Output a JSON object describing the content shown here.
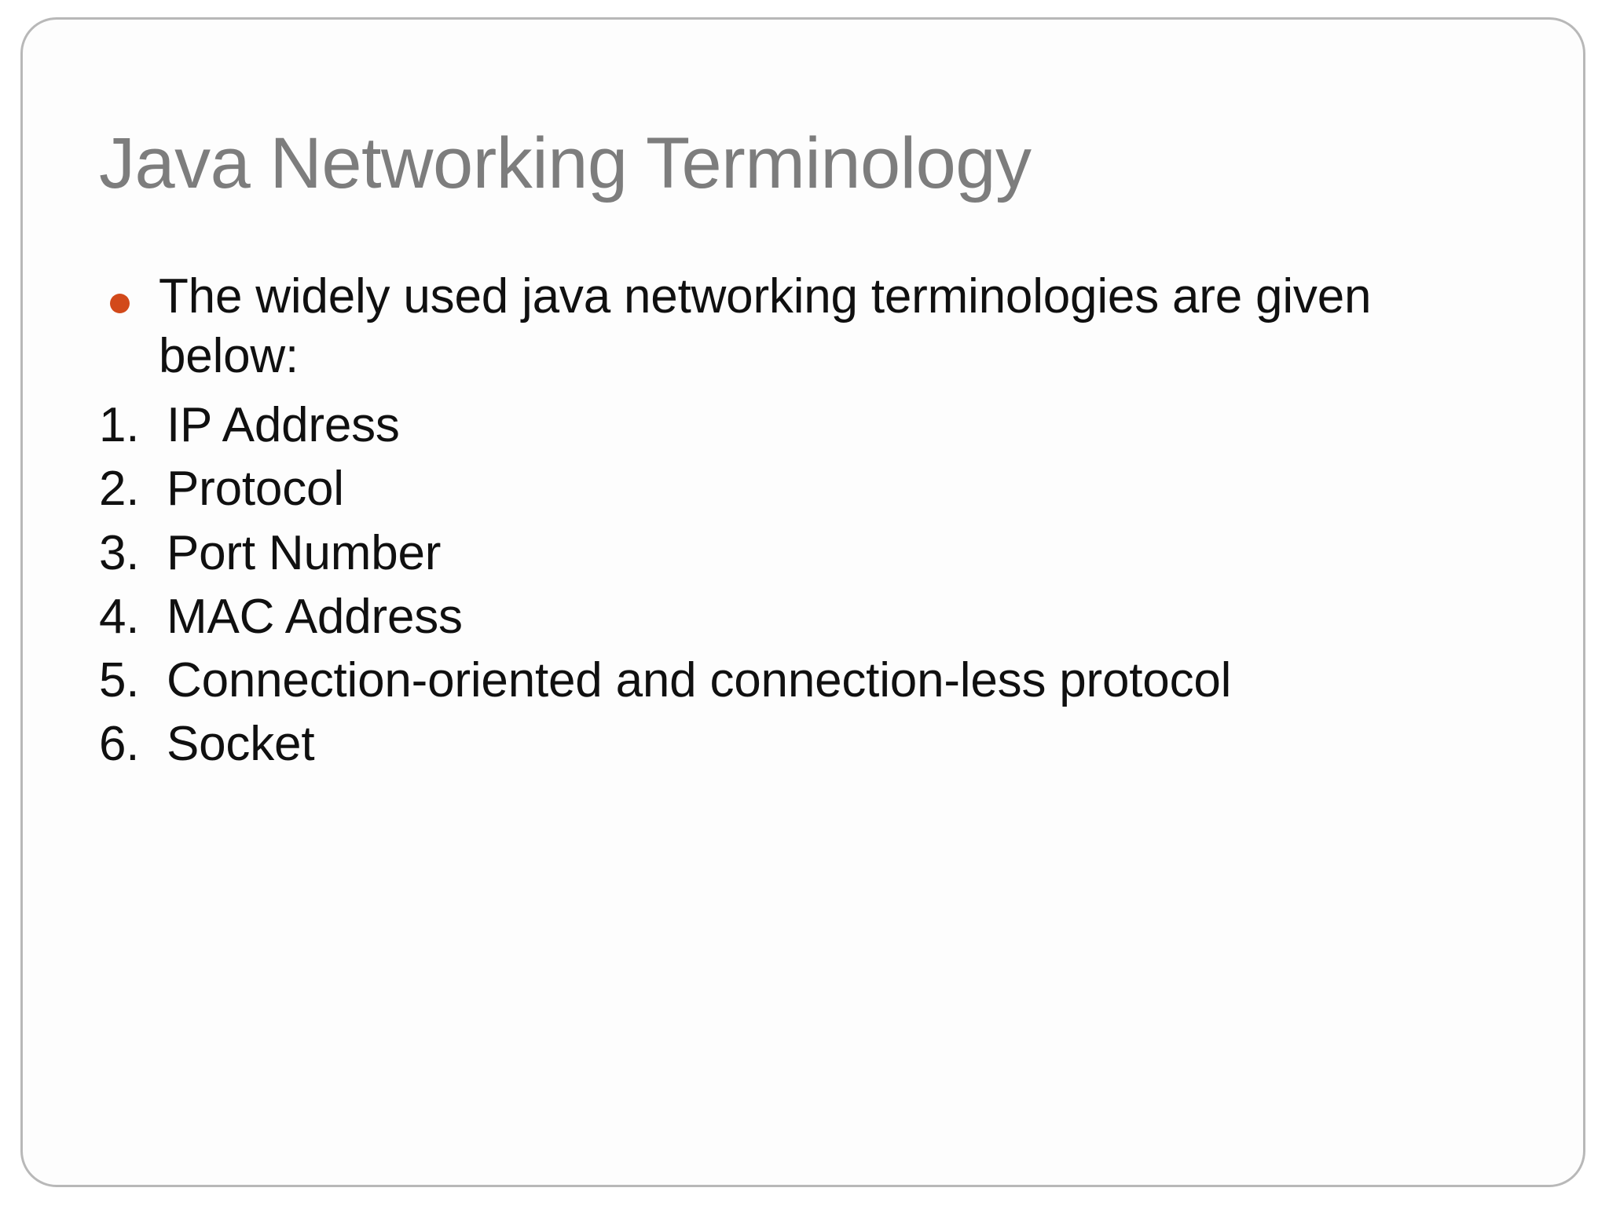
{
  "slide": {
    "title": "Java Networking Terminology",
    "border_color": "#b8b8b8",
    "title_color": "#7d7d7d",
    "body_color": "#101010",
    "bullet_color": "#d2491a",
    "background_color": "#ffffff"
  },
  "body": {
    "bullets": [
      {
        "marker": "bullet-dot",
        "text": "The widely used java networking terminologies are given below:"
      }
    ],
    "numbered_items": [
      {
        "marker": "1.",
        "label": "IP Address"
      },
      {
        "marker": "2.",
        "label": "Protocol"
      },
      {
        "marker": "3.",
        "label": "Port Number"
      },
      {
        "marker": "4.",
        "label": "MAC Address"
      },
      {
        "marker": "5.",
        "label": "Connection-oriented and connection-less protocol"
      },
      {
        "marker": "6.",
        "label": "Socket"
      }
    ]
  }
}
